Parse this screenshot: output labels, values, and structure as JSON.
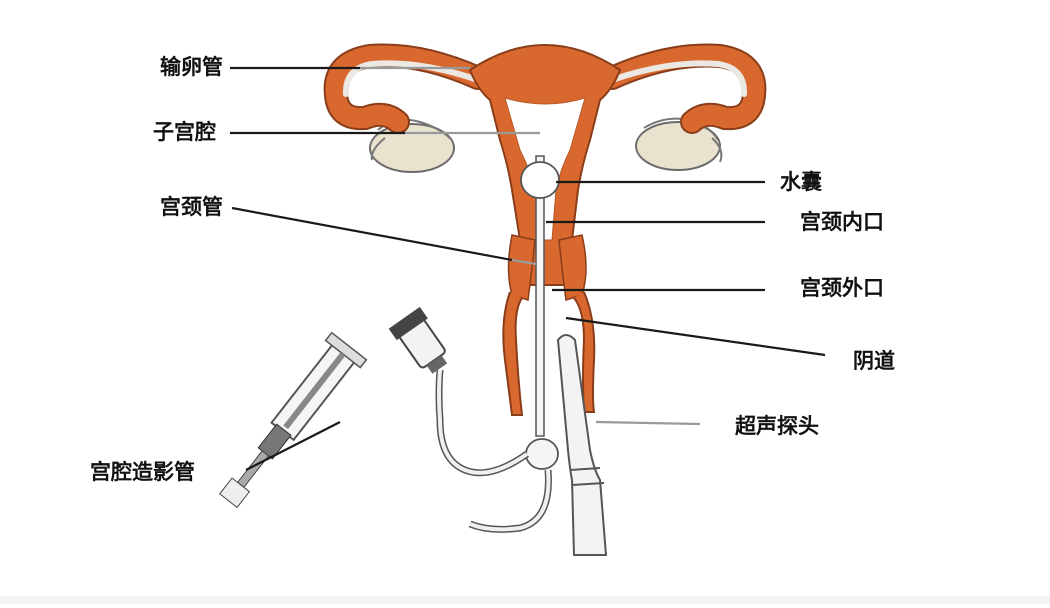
{
  "labels": {
    "fallopian_tube": "输卵管",
    "uterine_cavity": "子宫腔",
    "cervical_canal": "宫颈管",
    "hsg_catheter": "宫腔造影管",
    "balloon": "水囊",
    "internal_os": "宫颈内口",
    "external_os": "宫颈外口",
    "vagina": "阴道",
    "ultrasound_probe": "超声探头"
  },
  "colors": {
    "uterus_fill": "#d8682e",
    "uterus_outline": "#8a3d1a",
    "ovary_fill": "#e8e2cf",
    "leader_line": "#1a1a1a",
    "leader_line_light": "#9a9a9a",
    "instrument_stroke": "#555555",
    "instrument_fill": "#f2f2f2"
  }
}
